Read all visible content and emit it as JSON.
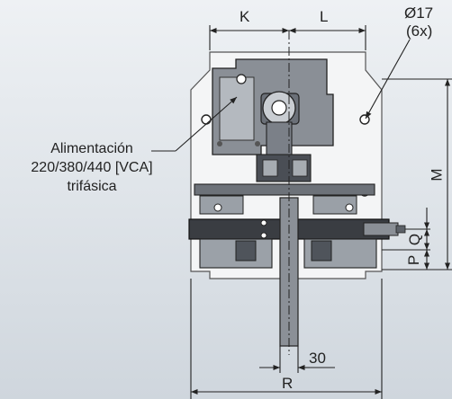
{
  "dimensions": {
    "K": "K",
    "L": "L",
    "diameter": "Ø17",
    "quantity": "(6x)",
    "M": "M",
    "Q": "Q",
    "P": "P",
    "shaft": "30",
    "R": "R"
  },
  "callout": {
    "line1": "Alimentación",
    "line2": "220/380/440 [VCA]",
    "line3": "trifásica"
  },
  "colors": {
    "background": "#e4e8ec",
    "plate": "#f4f5f6",
    "line": "#222222",
    "metal_dark": "#3a3d42",
    "metal_mid": "#8a8f96"
  }
}
